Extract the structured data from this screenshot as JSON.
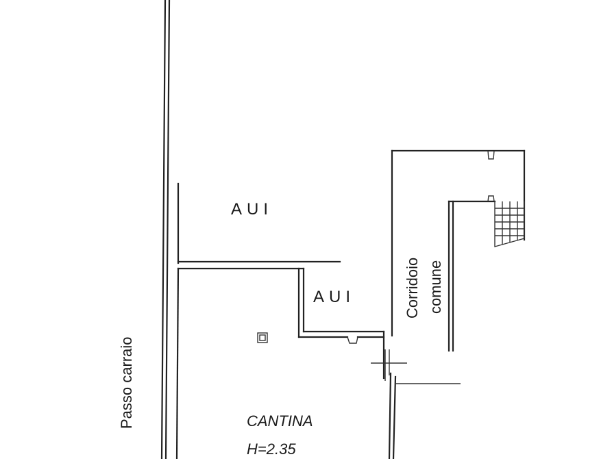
{
  "labels": {
    "aui_upper": "AUI",
    "aui_lower": "AUI",
    "corridoio_line1": "Corridoio",
    "corridoio_line2": "comune",
    "passo_carraio": "Passo carraio",
    "cantina": "CANTINA",
    "height": "H=2.35"
  },
  "colors": {
    "line": "#222222",
    "background": "#ffffff"
  }
}
